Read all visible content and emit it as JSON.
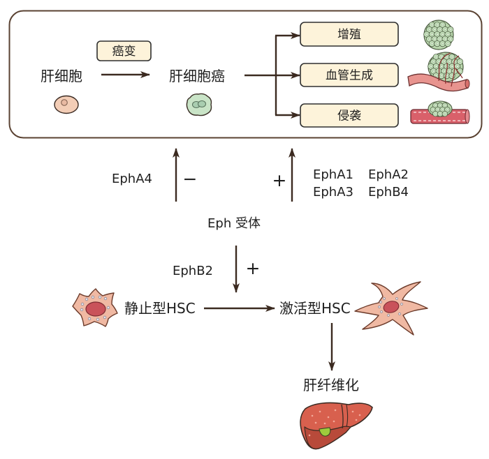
{
  "diagram": {
    "top_panel": {
      "hepatocyte_label": "肝细胞",
      "transformation_label": "癌变",
      "hcc_label": "肝细胞癌",
      "outcomes": [
        {
          "label": "增殖",
          "icon": "tumor-cluster-icon"
        },
        {
          "label": "血管生成",
          "icon": "angiogenesis-icon"
        },
        {
          "label": "侵袭",
          "icon": "invasion-icon"
        }
      ]
    },
    "receptor": {
      "label": "Eph 受体"
    },
    "inhibitory": {
      "receptors": [
        "EphA4"
      ],
      "sign": "−"
    },
    "promoting": {
      "receptors": [
        "EphA1",
        "EphA2",
        "EphA3",
        "EphB4"
      ],
      "sign": "+"
    },
    "hsc": {
      "ephb2_label": "EphB2",
      "sign": "+",
      "quiescent_label": "静止型HSC",
      "activated_label": "激活型HSC",
      "fibrosis_label": "肝纤维化"
    }
  },
  "colors": {
    "arrow": "#3b2a20",
    "panel_border": "#5a4232",
    "box_fill": "#fdf3da",
    "box_border": "#2f2f2f",
    "tumor_cell": "#c6e2bd",
    "hsc_cell": "#f0b9a3",
    "liver": "#d8604e",
    "gallbladder": "#9ecb3c"
  }
}
